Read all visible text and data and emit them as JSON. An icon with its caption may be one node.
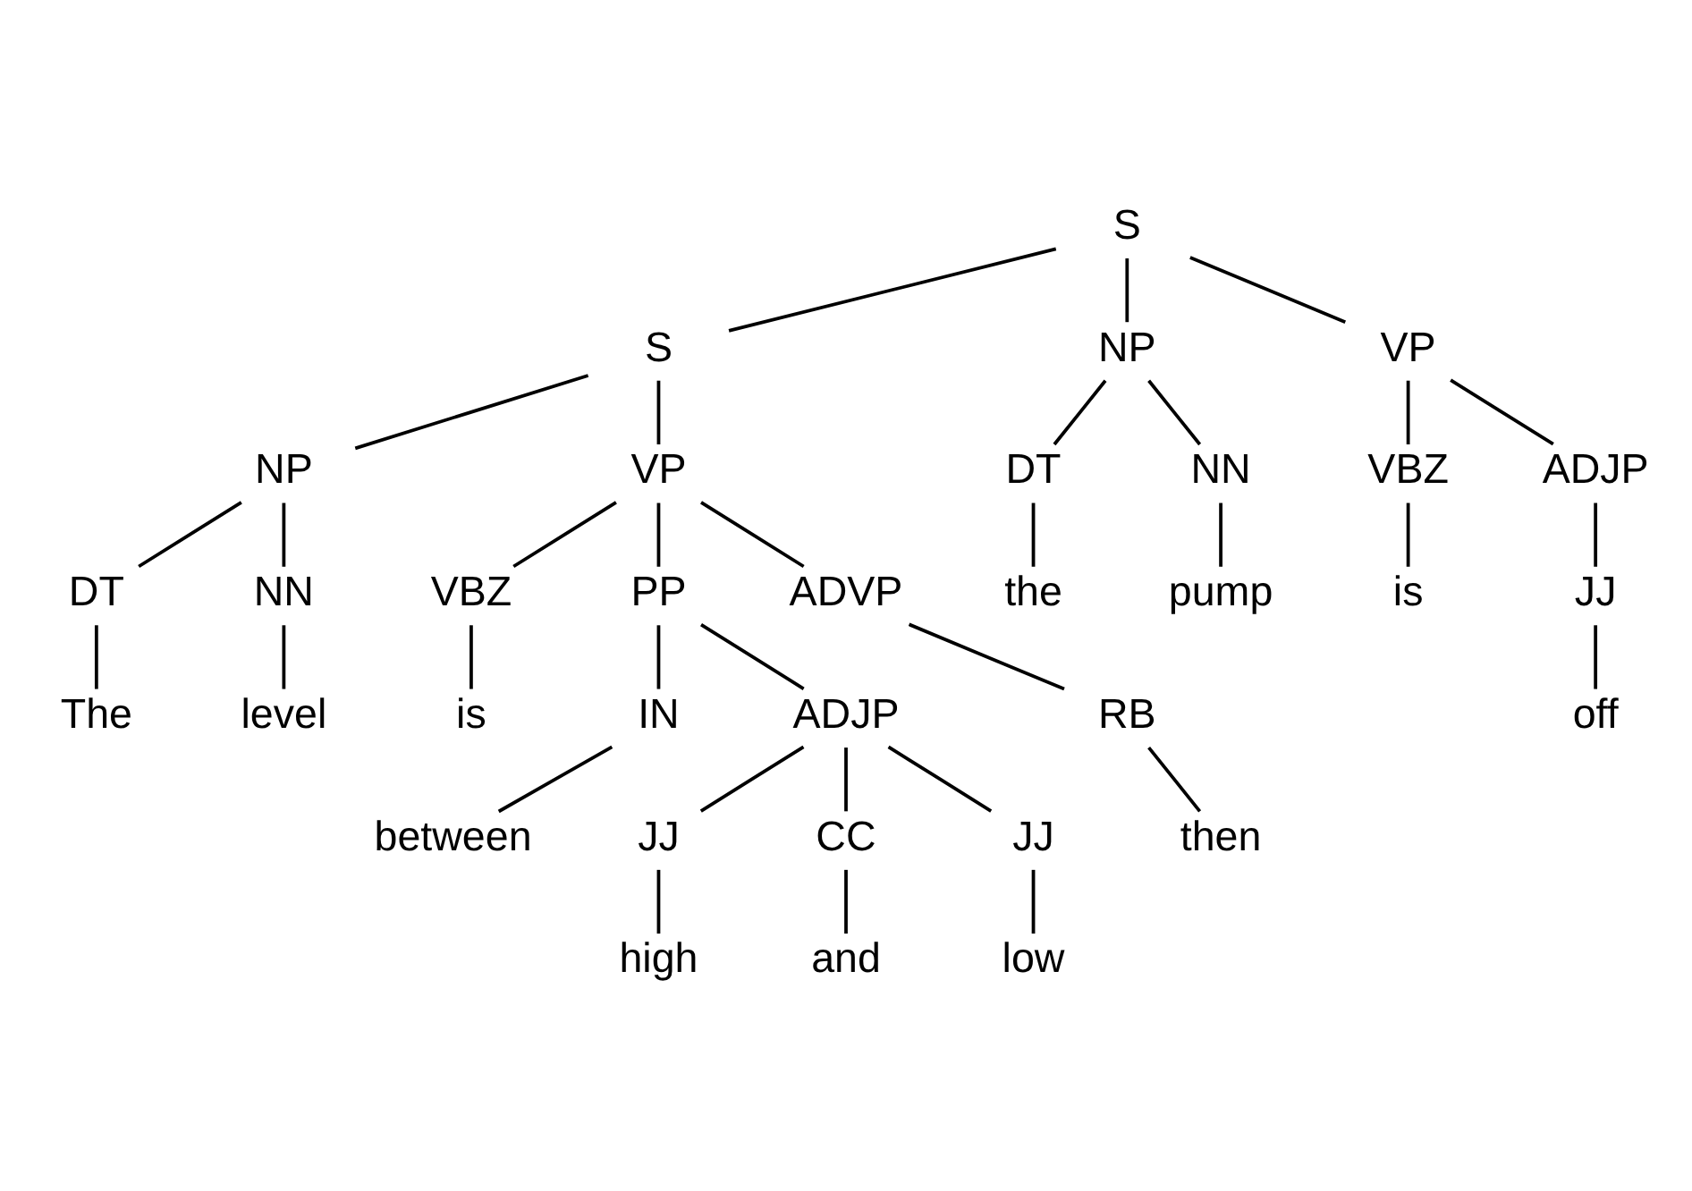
{
  "diagram": {
    "nodes": [
      {
        "text": [
          "S"
        ]
      },
      {
        "text": [
          "S"
        ]
      },
      {
        "text": [
          "NP"
        ]
      },
      {
        "text": [
          "VP"
        ]
      },
      {
        "text": [
          "NP"
        ]
      },
      {
        "text": [
          "VP"
        ]
      },
      {
        "text": [
          "DT"
        ]
      },
      {
        "text": [
          "NN"
        ]
      },
      {
        "text": [
          "VBZ"
        ]
      },
      {
        "text": [
          "ADJP"
        ]
      },
      {
        "text": [
          "DT"
        ]
      },
      {
        "text": [
          "NN"
        ]
      },
      {
        "text": [
          "VBZ"
        ]
      },
      {
        "text": [
          "PP"
        ]
      },
      {
        "text": [
          "ADVP"
        ]
      },
      {
        "text": [
          "the"
        ]
      },
      {
        "text": [
          "pump"
        ]
      },
      {
        "text": [
          "is"
        ]
      },
      {
        "text": [
          "JJ"
        ]
      },
      {
        "text": [
          "The"
        ]
      },
      {
        "text": [
          "level"
        ]
      },
      {
        "text": [
          "is"
        ]
      },
      {
        "text": [
          "IN"
        ]
      },
      {
        "text": [
          "ADJP"
        ]
      },
      {
        "text": [
          "RB"
        ]
      },
      {
        "text": [
          "off"
        ]
      },
      {
        "text": [
          "between"
        ]
      },
      {
        "text": [
          "JJ"
        ]
      },
      {
        "text": [
          "CC"
        ]
      },
      {
        "text": [
          "JJ"
        ]
      },
      {
        "text": [
          "then"
        ]
      },
      {
        "text": [
          "high"
        ]
      },
      {
        "text": [
          "and"
        ]
      },
      {
        "text": [
          "low"
        ]
      }
    ],
    "edges": [
      {
        "from": 0,
        "to": 1,
        "arrow": "none"
      },
      {
        "from": 0,
        "to": 2,
        "arrow": "none"
      },
      {
        "from": 0,
        "to": 3,
        "arrow": "none"
      },
      {
        "from": 1,
        "to": 4,
        "arrow": "none"
      },
      {
        "from": 1,
        "to": 5,
        "arrow": "none"
      },
      {
        "from": 2,
        "to": 6,
        "arrow": "none"
      },
      {
        "from": 2,
        "to": 7,
        "arrow": "none"
      },
      {
        "from": 3,
        "to": 8,
        "arrow": "none"
      },
      {
        "from": 3,
        "to": 9,
        "arrow": "none"
      },
      {
        "from": 4,
        "to": 10,
        "arrow": "none"
      },
      {
        "from": 4,
        "to": 11,
        "arrow": "none"
      },
      {
        "from": 5,
        "to": 12,
        "arrow": "none"
      },
      {
        "from": 5,
        "to": 13,
        "arrow": "none"
      },
      {
        "from": 5,
        "to": 14,
        "arrow": "none"
      },
      {
        "from": 6,
        "to": 15,
        "arrow": "none"
      },
      {
        "from": 7,
        "to": 16,
        "arrow": "none"
      },
      {
        "from": 8,
        "to": 17,
        "arrow": "none"
      },
      {
        "from": 9,
        "to": 18,
        "arrow": "none"
      },
      {
        "from": 10,
        "to": 19,
        "arrow": "none"
      },
      {
        "from": 11,
        "to": 20,
        "arrow": "none"
      },
      {
        "from": 12,
        "to": 21,
        "arrow": "none"
      },
      {
        "from": 13,
        "to": 22,
        "arrow": "none"
      },
      {
        "from": 13,
        "to": 23,
        "arrow": "none"
      },
      {
        "from": 14,
        "to": 24,
        "arrow": "none"
      },
      {
        "from": 18,
        "to": 25,
        "arrow": "none"
      },
      {
        "from": 22,
        "to": 26,
        "arrow": "none"
      },
      {
        "from": 23,
        "to": 27,
        "arrow": "none"
      },
      {
        "from": 23,
        "to": 28,
        "arrow": "none"
      },
      {
        "from": 23,
        "to": 29,
        "arrow": "none"
      },
      {
        "from": 24,
        "to": 30,
        "arrow": "none"
      },
      {
        "from": 27,
        "to": 31,
        "arrow": "none"
      },
      {
        "from": 28,
        "to": 32,
        "arrow": "none"
      },
      {
        "from": 29,
        "to": 33,
        "arrow": "none"
      }
    ]
  }
}
